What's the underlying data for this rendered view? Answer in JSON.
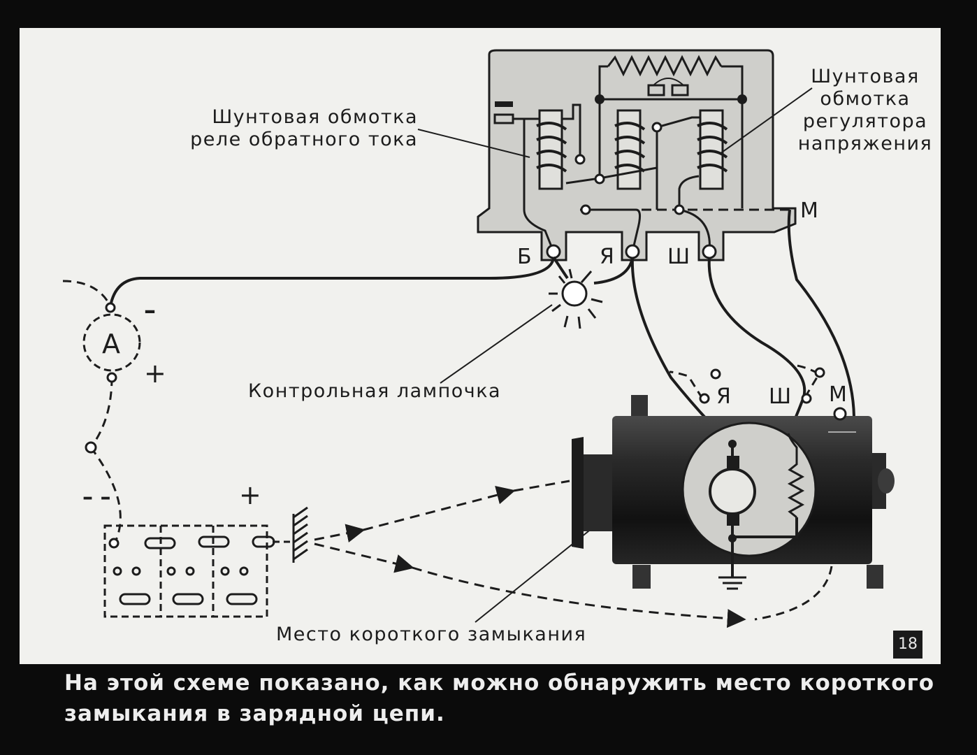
{
  "labels": {
    "reverse_relay_winding": [
      "Шунтовая обмотка",
      "реле обратного тока"
    ],
    "regulator_winding": [
      "Шунтовая",
      "обмотка",
      "регулятора",
      "напряжения"
    ],
    "control_lamp": "Контрольная лампочка",
    "short_circuit_place": "Место короткого замыкания"
  },
  "terminals": {
    "relay": [
      "Б",
      "Я",
      "Ш"
    ],
    "relay_m": "М",
    "generator": [
      "Я",
      "Ш",
      "М"
    ]
  },
  "polarity": {
    "ammeter_minus": "–",
    "ammeter_plus": "+",
    "battery_minus": "– –",
    "battery_plus": "+"
  },
  "ammeter_letter": "А",
  "slide_number": "18",
  "caption": "На этой схеме показано, как можно обнаружить место короткого замыкания в зарядной цепи."
}
